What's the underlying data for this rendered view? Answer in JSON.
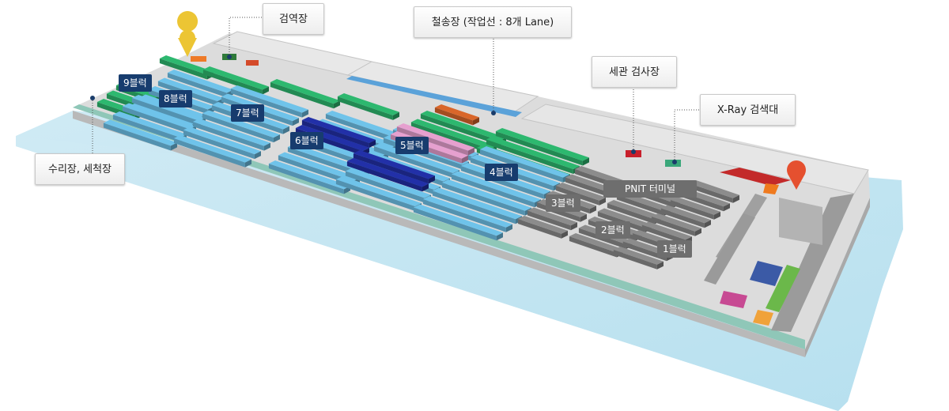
{
  "callouts": {
    "inspection": "검역장",
    "rail": "철송장 (작업선 : 8개 Lane)",
    "customs": "세관 검사장",
    "xray": "X-Ray 검색대",
    "repair": "수리장, 세척장"
  },
  "blocks": {
    "b9": "9블럭",
    "b8": "8블럭",
    "b7": "7블럭",
    "b6": "6블럭",
    "b5": "5블럭",
    "b4": "4블럭",
    "b3": "3블럭",
    "b2": "2블럭",
    "b1": "1블럭",
    "terminal": "PNIT 터미널"
  },
  "colors": {
    "water": "#c3e6f2",
    "ground": "#d9d9d9",
    "yard_green": "#2db86f",
    "stack_blue": "#6fc3ea",
    "stack_navy": "#2230a8",
    "stack_pink": "#e6a0cf",
    "rail_track": "#5ba2d9",
    "building_gray": "#8a8a8a",
    "pin_yellow": "#ecc534",
    "pin_red": "#e5502f"
  }
}
